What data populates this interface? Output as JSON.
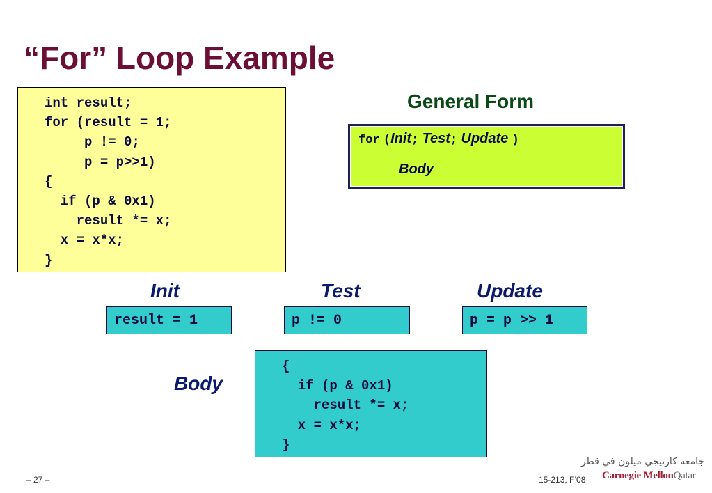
{
  "slide": {
    "title": "“For” Loop Example"
  },
  "code_block": {
    "lines": [
      "int result;",
      "for (result = 1;",
      "     p != 0;",
      "     p = p>>1)",
      "{",
      "  if (p & 0x1)",
      "    result *= x;",
      "  x = x*x;",
      "}"
    ]
  },
  "general_form": {
    "heading": "General Form",
    "for_kw": "for",
    "open_paren": "(",
    "init": "Init",
    "semi1": ";",
    "test": "Test",
    "semi2": ";",
    "update": "Update",
    "close_paren": ")",
    "body": "Body"
  },
  "parts": {
    "init_label": "Init",
    "init_code": "result = 1",
    "test_label": "Test",
    "test_code": "p != 0",
    "update_label": "Update",
    "update_code": "p = p >> 1",
    "body_label": "Body",
    "body_lines": [
      "{",
      "  if (p & 0x1)",
      "    result *= x;",
      "  x = x*x;",
      "}"
    ]
  },
  "footer": {
    "page_number": "– 27 –",
    "course": "15-213, F’08",
    "logo_arabic": "جامعة كارنيجي ميلون في قطر",
    "logo_cm": "Carnegie Mellon",
    "logo_qatar": "Qatar"
  },
  "colors": {
    "title": "#6b0f37",
    "code_bg": "#ffff99",
    "general_form_bg": "#ccff33",
    "part_bg": "#33cccc",
    "heading_green": "#0b4a16",
    "label_blue": "#0b1a6b"
  }
}
